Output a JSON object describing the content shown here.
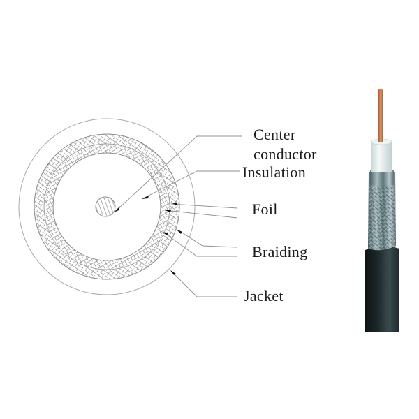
{
  "diagram": {
    "subject": "Coaxial cable cross-section",
    "labels": [
      {
        "id": "center",
        "text": "Center"
      },
      {
        "id": "conductor",
        "text": "conductor"
      },
      {
        "id": "insulation",
        "text": "Insulation"
      },
      {
        "id": "foil",
        "text": "Foil"
      },
      {
        "id": "braiding",
        "text": "Braiding"
      },
      {
        "id": "jacket",
        "text": "Jacket"
      }
    ],
    "colors": {
      "line": "#8a8a8a",
      "text": "#1c1c1c",
      "arrow": "#111111",
      "copper": "#c9784a",
      "insulation_white": "#e6eef0",
      "braid_silver": "#7f9a9e",
      "jacket_black": "#1d2628"
    }
  }
}
